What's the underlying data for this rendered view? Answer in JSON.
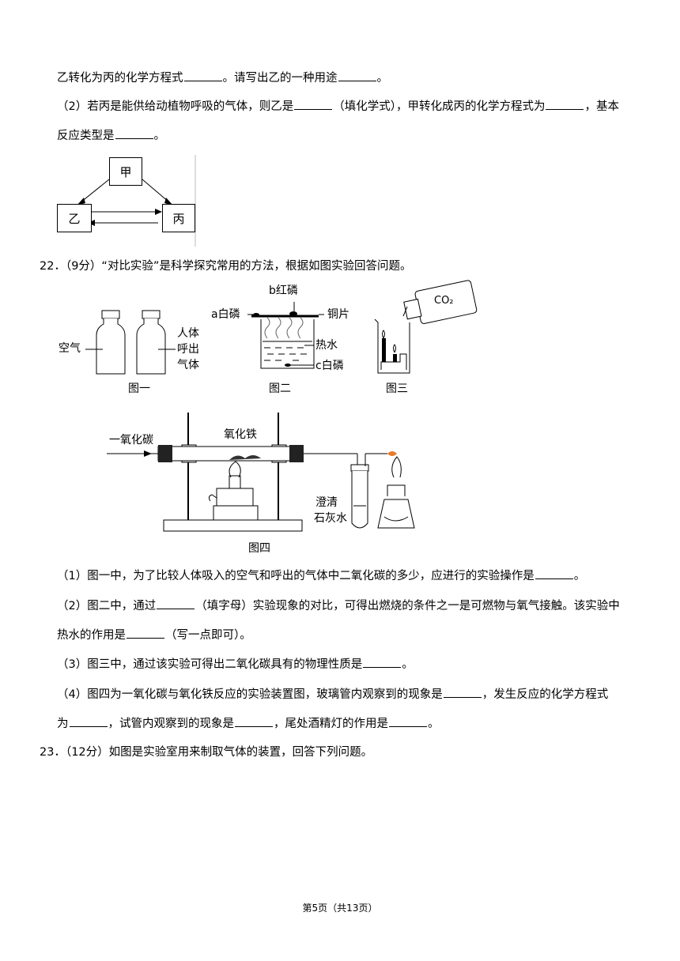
{
  "q21": {
    "line1": {
      "a": "乙转化为丙的化学方程式",
      "b": "。请写出乙的一种用途",
      "c": "。"
    },
    "p2_line1": {
      "a": "（2）若丙是能供给动植物呼吸的气体，则乙是",
      "b": "（填化学式），甲转化成丙的化学方程式为",
      "c": "，基本"
    },
    "p2_line2": {
      "a": "反应类型是",
      "b": "。"
    },
    "diagram": {
      "jia": "甲",
      "yi": "乙",
      "bing": "丙"
    }
  },
  "q22": {
    "header": "22．（9分）“对比实验”是科学探究常用的方法，根据如图实验回答问题。",
    "fig1": {
      "air": "空气",
      "exhaled_1": "人体",
      "exhaled_2": "呼出",
      "exhaled_3": "气体",
      "caption": "图一"
    },
    "fig2": {
      "b_label": "b红磷",
      "a_label": "a白磷",
      "copper": "铜片",
      "hot_water": "热水",
      "c_label": "c白磷",
      "caption": "图二"
    },
    "fig3": {
      "gas": "CO₂",
      "caption": "图三"
    },
    "fig4": {
      "co": "一氧化碳",
      "fe2o3": "氧化铁",
      "limewater_1": "澄清",
      "limewater_2": "石灰水",
      "caption": "图四"
    },
    "p1": {
      "a": "（1）图一中，为了比较人体吸入的空气和呼出的气体中二氧化碳的多少，应进行的实验操作是",
      "b": "。"
    },
    "p2_line1": {
      "a": "（2）图二中，通过",
      "b": "（填字母）实验现象的对比，可得出燃烧的条件之一是可燃物与氧气接触。该实验中"
    },
    "p2_line2": {
      "a": "热水的作用是",
      "b": "（写一点即可）。"
    },
    "p3": {
      "a": "（3）图三中，通过该实验可得出二氧化碳具有的物理性质是",
      "b": "。"
    },
    "p4_line1": {
      "a": "（4）图四为一氧化碳与氧化铁反应的实验装置图，玻璃管内观察到的现象是",
      "b": "，发生反应的化学方程式"
    },
    "p4_line2": {
      "a": "为",
      "b": "，试管内观察到的现象是",
      "c": "，尾处酒精灯的作用是",
      "d": "。"
    }
  },
  "q23": {
    "header": "23．（12分）如图是实验室用来制取气体的装置，回答下列问题。"
  },
  "footer": "第5页（共13页）"
}
